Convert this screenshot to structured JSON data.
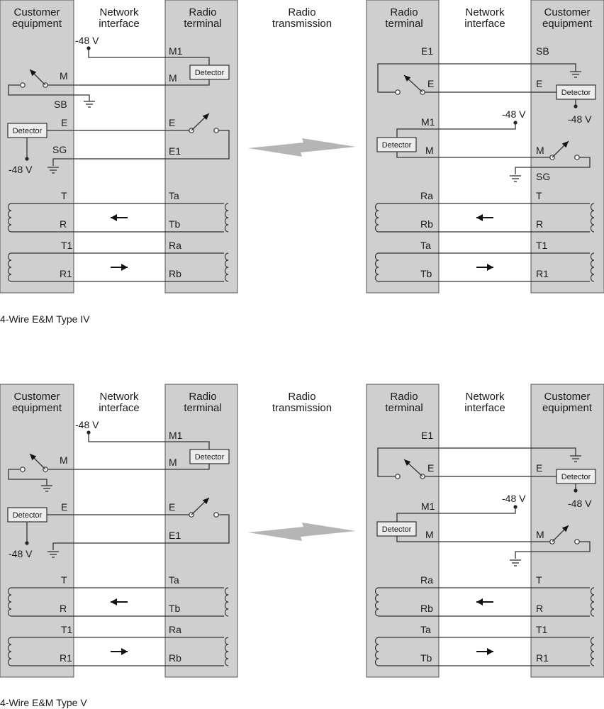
{
  "headers": {
    "customer_equipment": "Customer\nequipment",
    "network_interface": "Network\ninterface",
    "radio_terminal": "Radio\nterminal",
    "radio_transmission": "Radio\ntransmission"
  },
  "detector_label": "Detector",
  "voltage_label": "-48 V",
  "captions": {
    "type4": "4-Wire E&M Type IV",
    "type5": "4-Wire E&M Type V"
  },
  "left_labels": {
    "M1": "M1",
    "M": "M",
    "SB": "SB",
    "E": "E",
    "SG": "SG",
    "E1": "E1",
    "T": "T",
    "R": "R",
    "T1": "T1",
    "R1": "R1",
    "Ta": "Ta",
    "Tb": "Tb",
    "Ra": "Ra",
    "Rb": "Rb"
  }
}
